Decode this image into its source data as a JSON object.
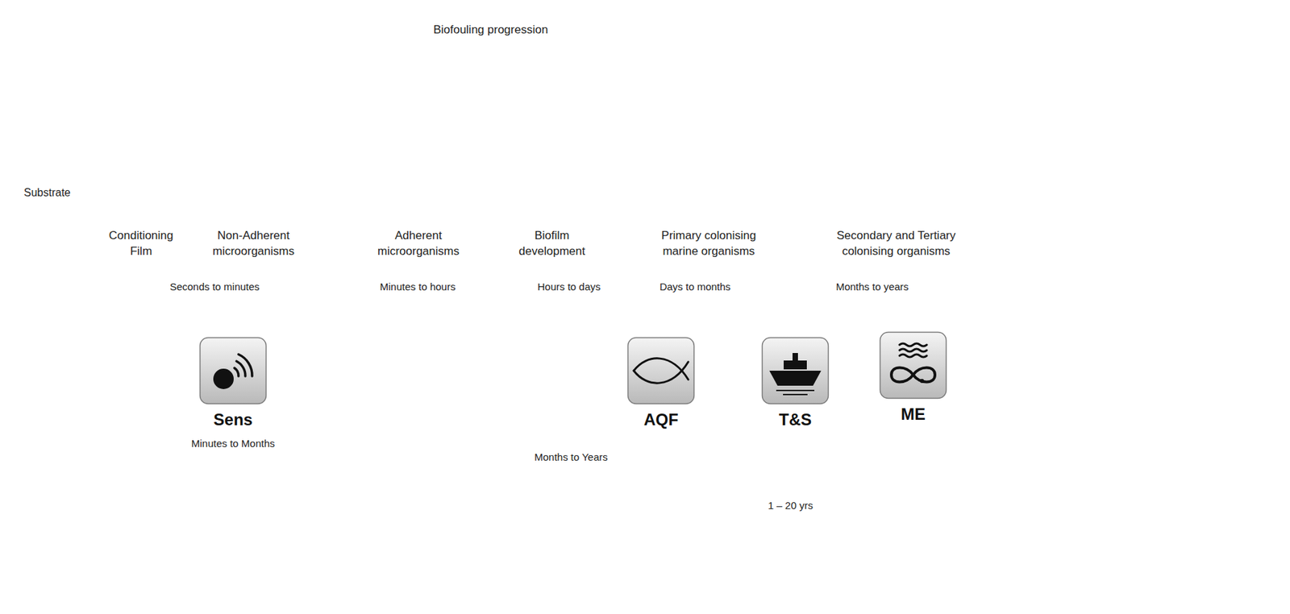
{
  "diagram": {
    "nodes": [
      {
        "text": [
          "Biofouling progression"
        ]
      },
      {
        "text": [
          "Substrate"
        ]
      },
      {
        "text": [
          "Sens"
        ]
      },
      {
        "text": [
          "AQF"
        ]
      },
      {
        "text": [
          "T&S"
        ]
      },
      {
        "text": [
          "ME"
        ]
      }
    ],
    "labels": [
      "Conditioning Film",
      "Non-Adherent microorganisms",
      "Adherent microorganisms",
      "Biofilm development",
      "Primary colonising marine organisms",
      "Secondary and Tertiary colonising organisms",
      "Seconds to minutes",
      "Minutes to hours",
      "Hours to days",
      "Days to months",
      "Months to years",
      "Minutes to Months",
      "Months to Years",
      "1 – 20 yrs"
    ]
  }
}
